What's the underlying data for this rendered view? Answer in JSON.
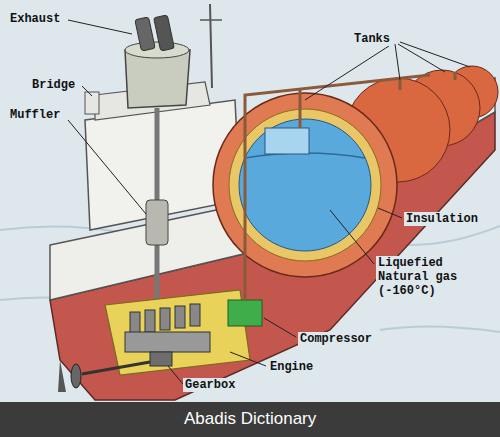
{
  "diagram": {
    "labels": [
      "Exhaust",
      "Bridge",
      "Muffler",
      "Tanks",
      "Insulation",
      "Liquefied Natural gas (-160°C)",
      "Compressor",
      "Engine",
      "Gearbox",
      "Abadis Dictionary"
    ]
  }
}
